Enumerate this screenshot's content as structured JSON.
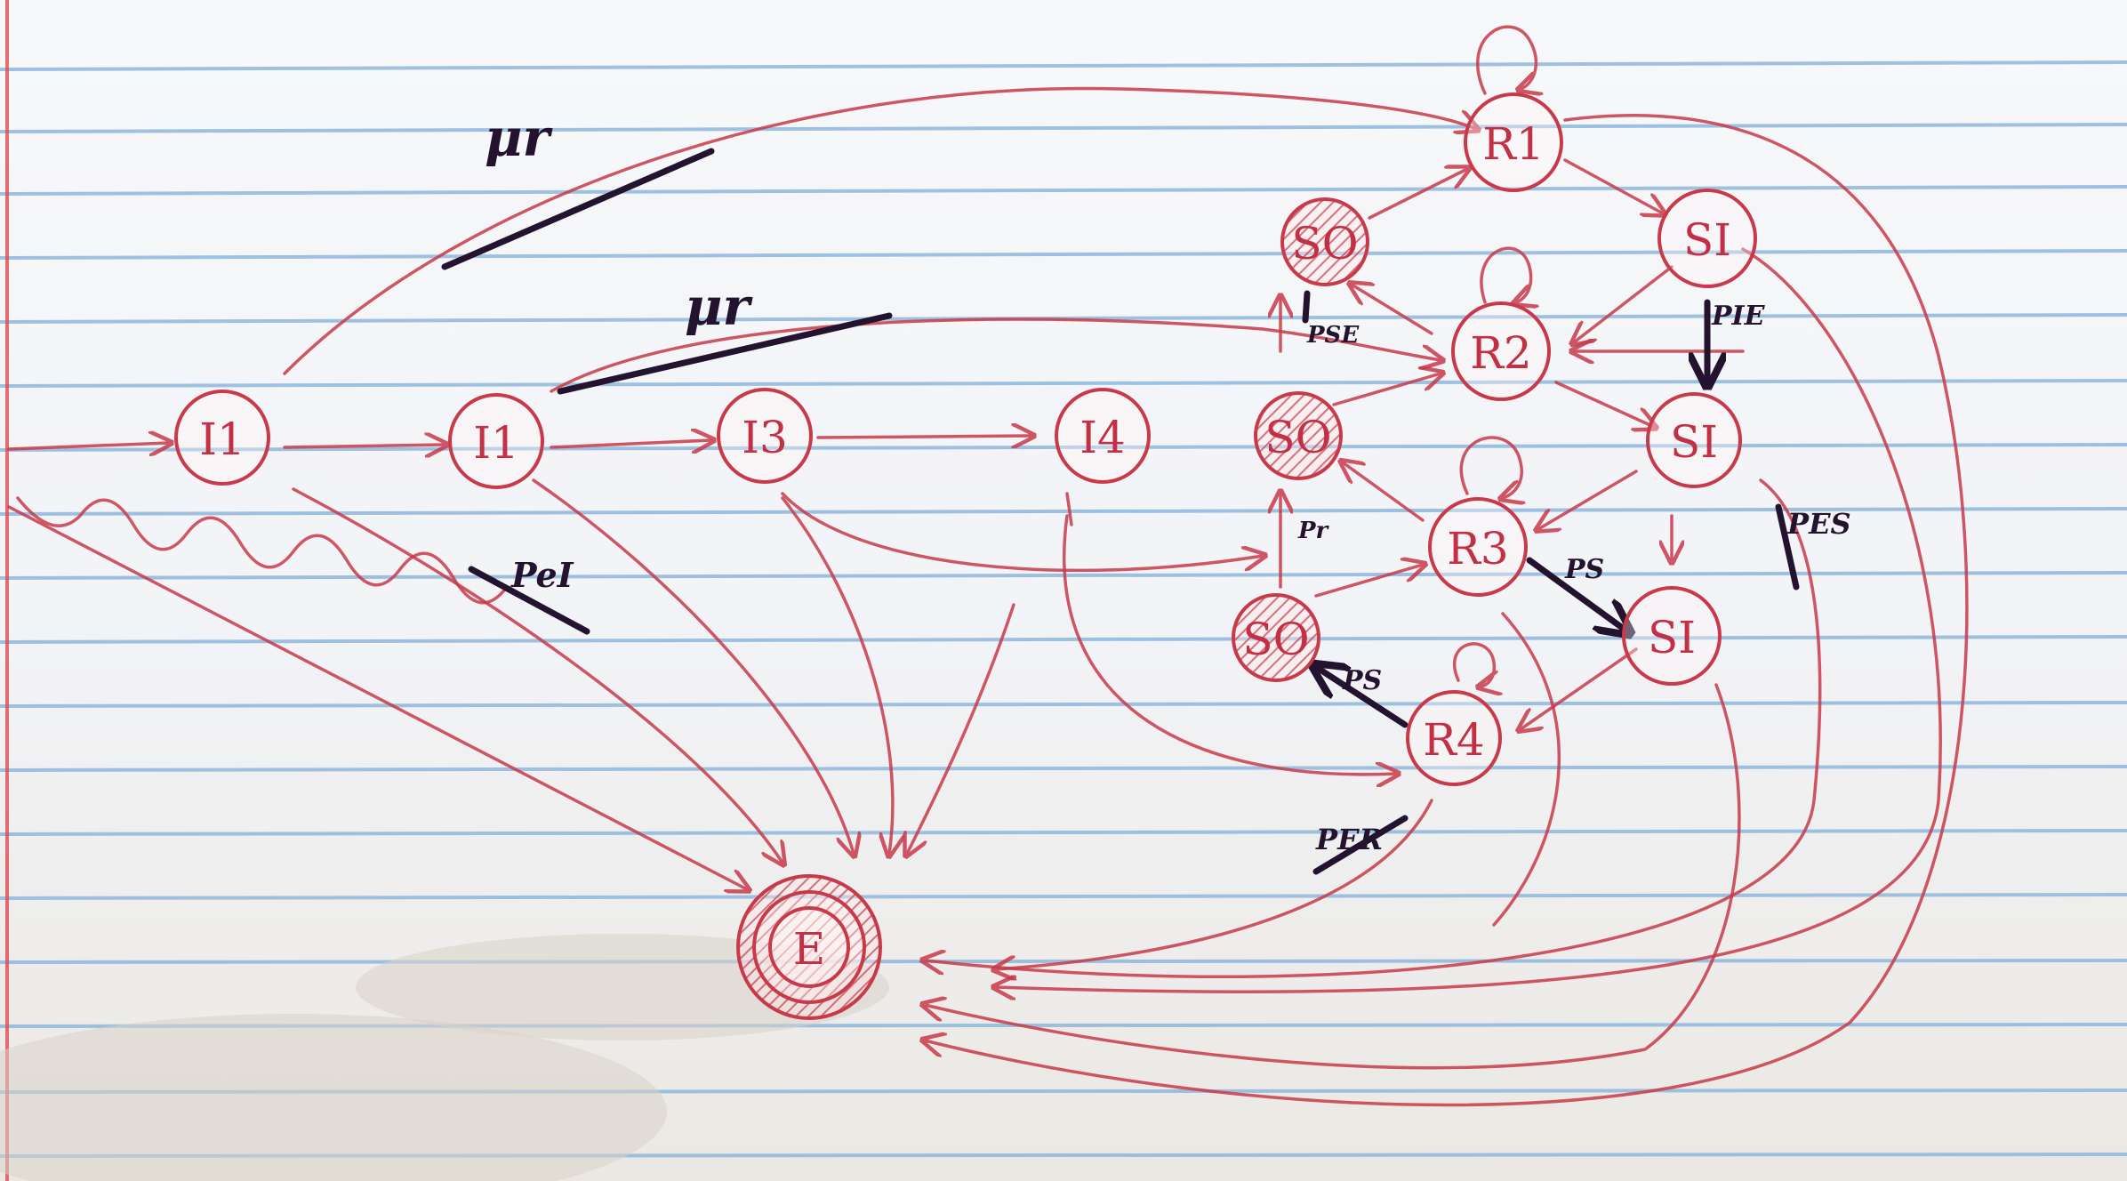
{
  "diagram": {
    "nodes": {
      "i1": "I1",
      "i2": "I1",
      "i3": "I3",
      "i4": "I4",
      "r1": "R1",
      "r2": "R2",
      "r3": "R3",
      "r4": "R4",
      "so_top": "SO",
      "so_mid": "SO",
      "so_bottom": "SO",
      "si_top": "SI",
      "si_mid": "SI",
      "si_bottom": "SI",
      "e": "E"
    },
    "rate_labels": {
      "mu_upper": "μr",
      "mu_lower": "μr",
      "p_ei": "PeI",
      "p_se": "PSE",
      "p_ie": "PIE",
      "p_es": "PES",
      "p_r": "Pr",
      "p_s": "PS",
      "p_s2": "PS",
      "p_er": "PER"
    },
    "colors": {
      "ink_red": "#c83a4a",
      "ink_dark": "#24132e",
      "paper": "#f4f5f7",
      "rule": "#8fb8dd",
      "margin": "#e24a52"
    }
  }
}
